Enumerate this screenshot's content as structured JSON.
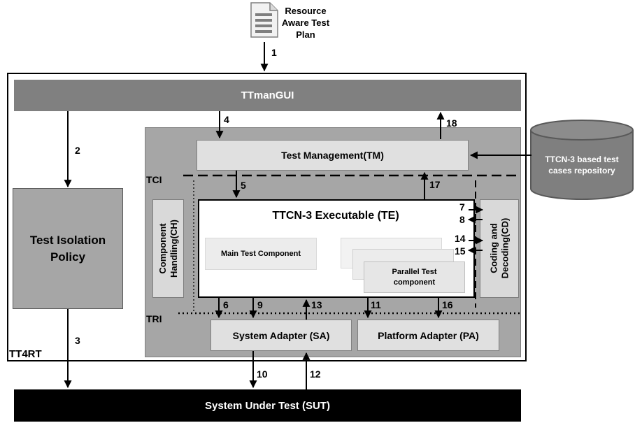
{
  "document": {
    "title": "Resource Aware Test Plan"
  },
  "boxes": {
    "ttmangui": "TTmanGUI",
    "test_management": "Test Management(TM)",
    "repository": "TTCN-3 based test cases repository",
    "isolation_policy": "Test Isolation Policy",
    "te": "TTCN-3 Executable (TE)",
    "main_test_component": "Main Test Component",
    "parallel_test_component": "Parallel Test component",
    "component_handling": "Component Handling(CH)",
    "coding_decoding": "Coding and Decoding(CD)",
    "system_adapter": "System Adapter (SA)",
    "platform_adapter": "Platform Adapter (PA)",
    "sut": "System Under Test (SUT)"
  },
  "labels": {
    "tt4rt": "TT4RT",
    "tci": "TCI",
    "tri": "TRI"
  },
  "flows": [
    "1",
    "2",
    "3",
    "4",
    "5",
    "6",
    "7",
    "8",
    "9",
    "10",
    "11",
    "12",
    "13",
    "14",
    "15",
    "16",
    "17",
    "18"
  ],
  "colors": {
    "gui_bar": "#808080",
    "panel": "#a6a6a6",
    "light_box": "#d9d9d9",
    "component_box": "#ececec",
    "sut": "#000000",
    "cylinder": "#7f7f7f"
  }
}
